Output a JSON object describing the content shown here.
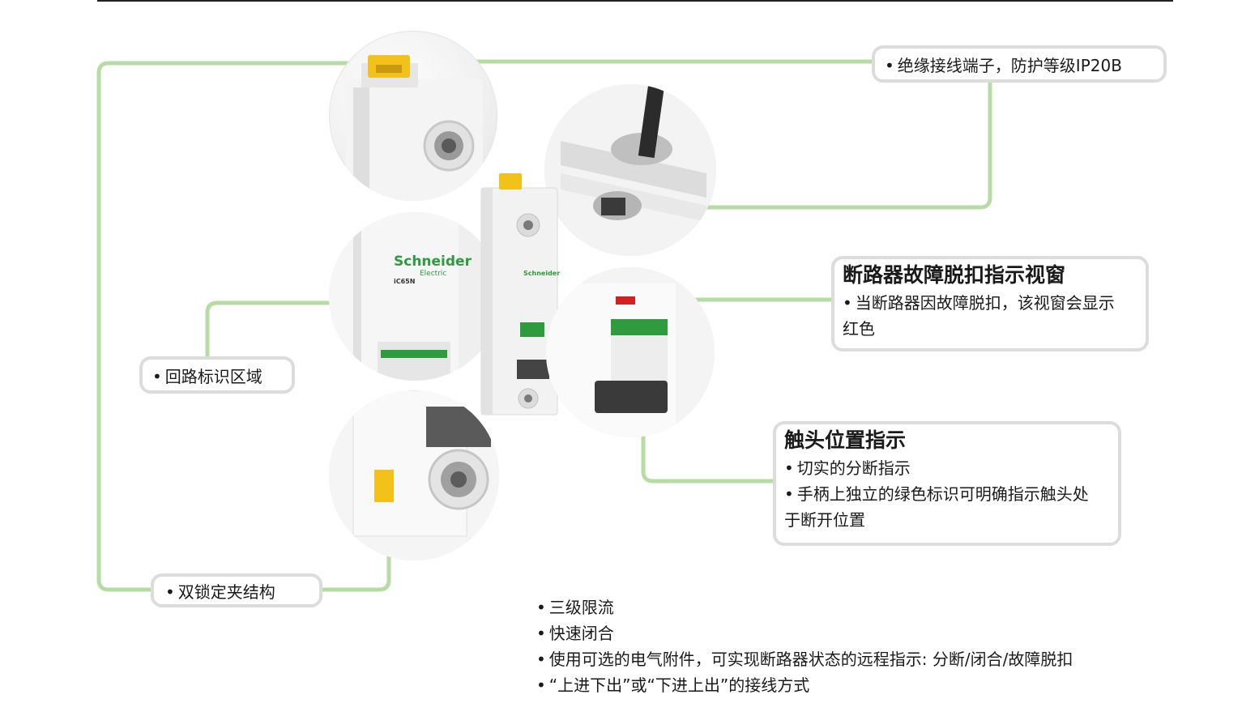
{
  "brand": {
    "logo_text": "Schneider",
    "logo_subtext": "Electric",
    "model_text": "iC65N",
    "accent_green": "#b7dca3",
    "brand_green": "#2d9b3e",
    "handle_yellow": "#f2c21b",
    "trip_red": "#d62020"
  },
  "callouts": {
    "terminal": {
      "text": "绝缘接线端子，防护等级IP20B"
    },
    "trip_window": {
      "title": "断路器故障脱扣指示视窗",
      "line1": "当断路器因故障脱扣，该视窗会显示",
      "line2": "红色"
    },
    "contact_indicator": {
      "title": "触头位置指示",
      "line1": "切实的分断指示",
      "line2": "手柄上独立的绿色标识可明确指示触头处",
      "line3": "于断开位置"
    },
    "circuit_label": {
      "text": "回路标识区域"
    },
    "clip": {
      "text": "双锁定夹结构"
    }
  },
  "features": [
    "三级限流",
    "快速闭合",
    "使用可选的电气附件，可实现断路器状态的远程指示: 分断/闭合/故障脱扣",
    "“上进下出”或“下进上出”的接线方式"
  ]
}
